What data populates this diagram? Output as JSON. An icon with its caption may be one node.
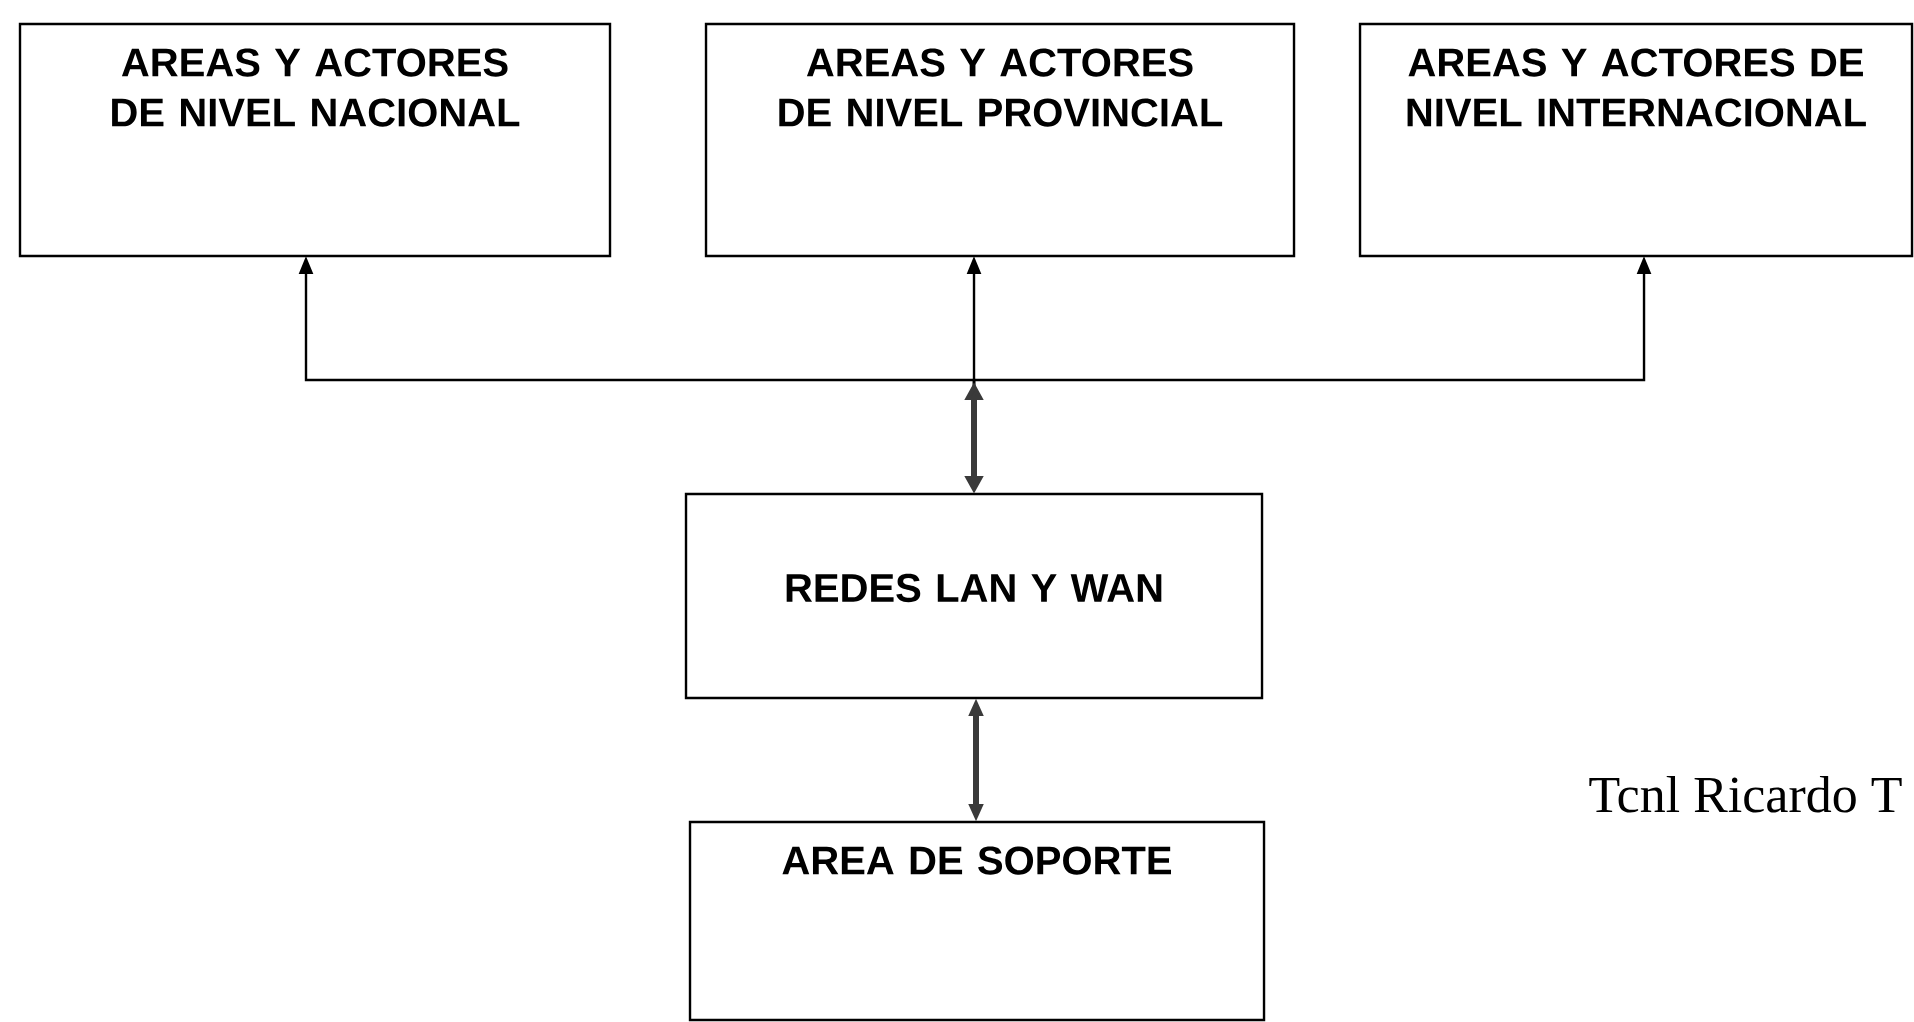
{
  "diagram": {
    "nodes": [
      {
        "text": [
          "AREAS Y ACTORES DE NIVEL NACIONAL"
        ]
      },
      {
        "text": [
          "AREAS Y ACTORES DE NIVEL PROVINCIAL"
        ]
      },
      {
        "text": [
          "AREAS Y ACTORES DE NIVEL INTERNACIONAL"
        ]
      },
      {
        "text": [
          "REDES LAN Y WAN"
        ]
      },
      {
        "text": [
          "AREA DE SOPORTE"
        ]
      }
    ],
    "edges": [
      {
        "from": 3,
        "to": 0,
        "arrow": "both"
      },
      {
        "from": 3,
        "to": 1,
        "arrow": "both"
      },
      {
        "from": 3,
        "to": 2,
        "arrow": "both"
      },
      {
        "from": 3,
        "to": 4,
        "arrow": "both",
        "style": "thick",
        "color": "#3a3a3a"
      }
    ],
    "labels": [
      "Tcnl Ricardo T"
    ]
  }
}
